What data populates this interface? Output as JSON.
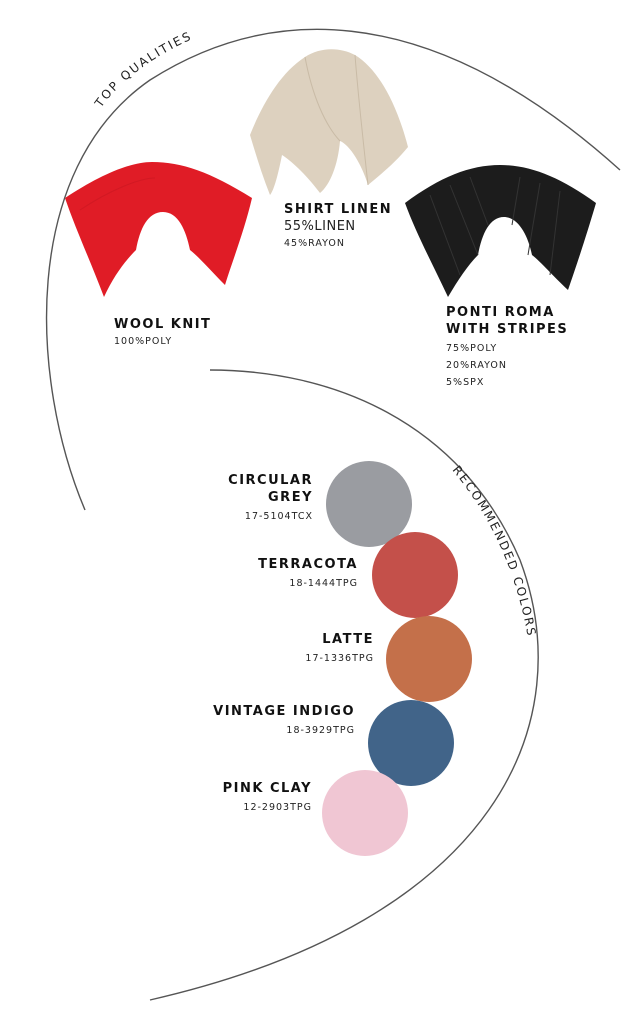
{
  "section_top_label": "TOP QUALITIES",
  "section_colors_label": "RECOMMENDED COLORS",
  "fabrics": [
    {
      "name_lines": [
        "WOOL KNIT"
      ],
      "composition": [
        "100%POLY"
      ],
      "color": "#e01c26",
      "icon": "red-fabric-drape-icon"
    },
    {
      "name_lines": [
        "SHIRT LINEN"
      ],
      "composition": [
        "55%LINEN",
        "45%RAYON"
      ],
      "color": "#ddd1bf",
      "icon": "beige-fabric-drape-icon"
    },
    {
      "name_lines": [
        "PONTI ROMA",
        "WITH STRIPES"
      ],
      "composition": [
        "75%POLY",
        "20%RAYON",
        "5%SPX"
      ],
      "color": "#1c1c1c",
      "icon": "black-fabric-drape-icon"
    }
  ],
  "colors": [
    {
      "name_lines": [
        "CIRCULAR",
        "GREY"
      ],
      "code": "17-5104TCX",
      "hex": "#9a9ca1"
    },
    {
      "name_lines": [
        "TERRACOTA"
      ],
      "code": "18-1444TPG",
      "hex": "#c4504a"
    },
    {
      "name_lines": [
        "LATTE"
      ],
      "code": "17-1336TPG",
      "hex": "#c4704a"
    },
    {
      "name_lines": [
        "VINTAGE INDIGO"
      ],
      "code": "18-3929TPG",
      "hex": "#416489"
    },
    {
      "name_lines": [
        "PINK CLAY"
      ],
      "code": "12-2903TPG",
      "hex": "#f0c6d3"
    }
  ]
}
